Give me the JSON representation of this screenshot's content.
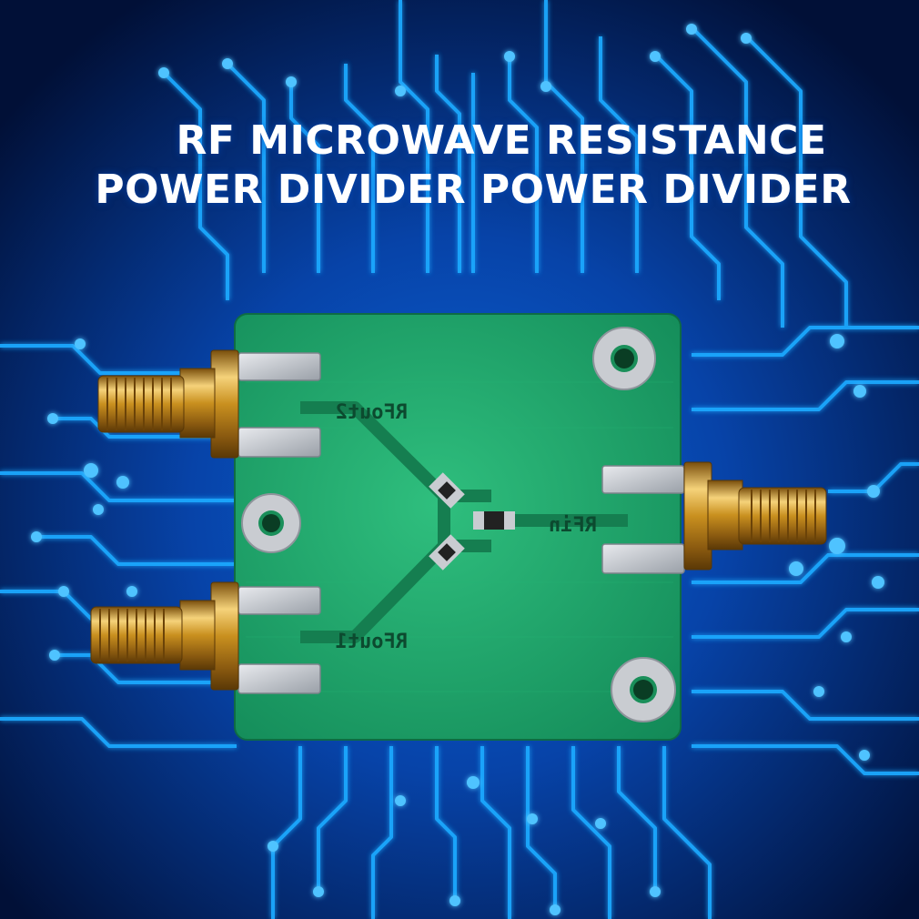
{
  "title": {
    "line1": "RF MICROWAVE RESISTANCE",
    "line2": "POWER DIVIDER POWER DIVIDER"
  },
  "board": {
    "labels": {
      "out2": "RFout2",
      "out1": "RFout1",
      "in": "RFin"
    }
  },
  "colors": {
    "background": "#02123a",
    "circuit": "#1ea9ff",
    "pcb": "#1aa56a",
    "gold": "#d9a531",
    "pad": "#c9ccd1"
  },
  "icons": {
    "connector": "sma-connector-icon",
    "hole": "mounting-hole-icon",
    "resistor": "smd-resistor-icon"
  }
}
